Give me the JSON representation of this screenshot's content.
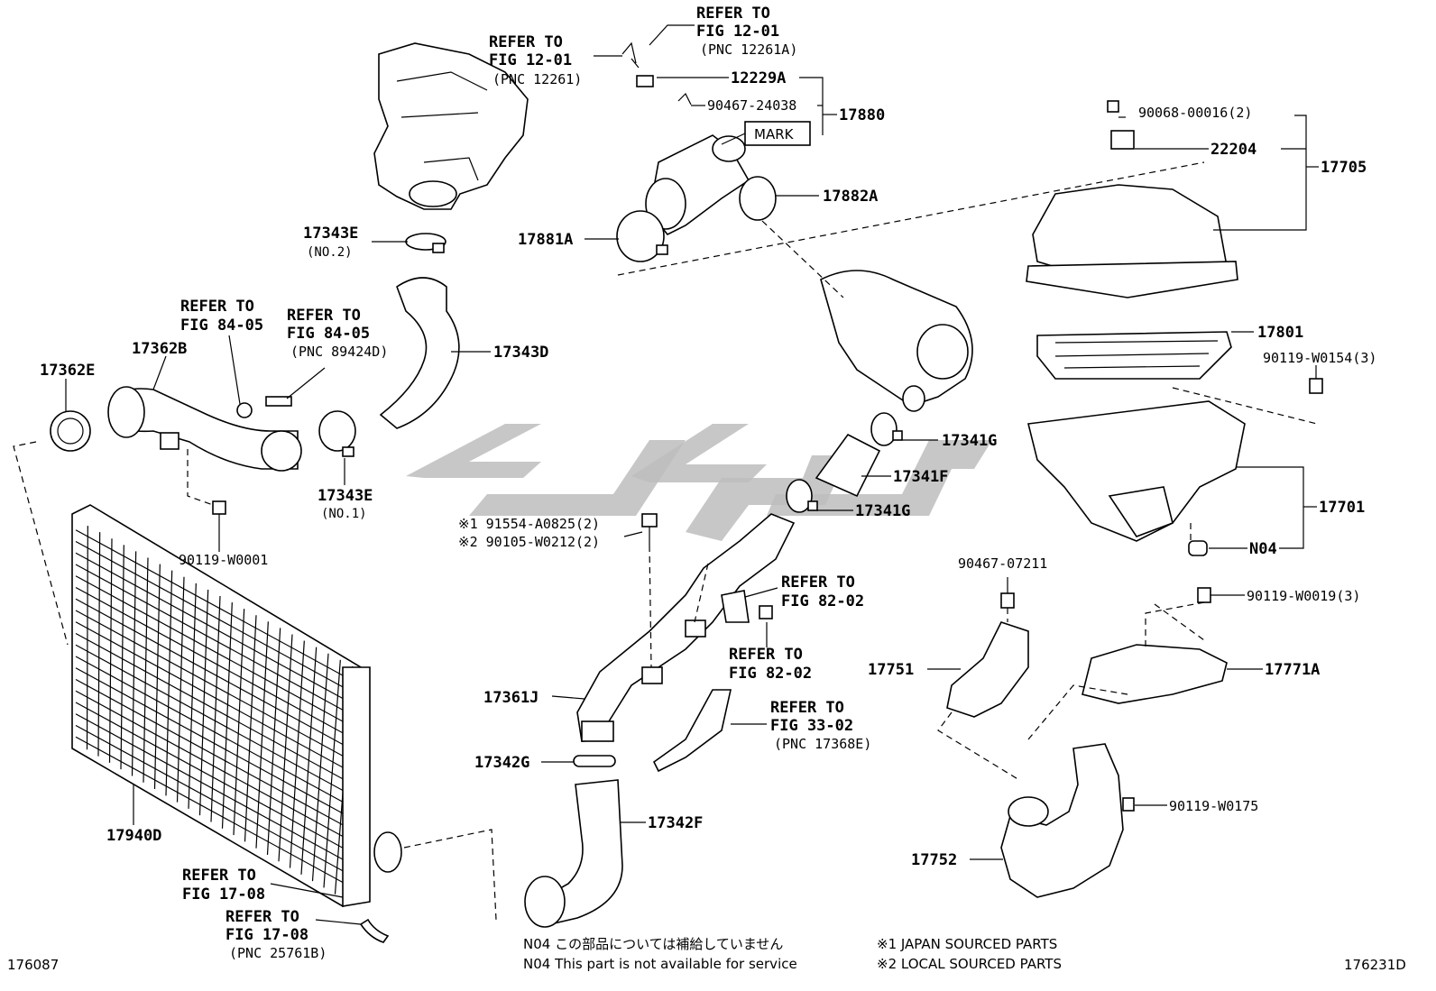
{
  "labels": {
    "ref_12_01_a": [
      "REFER TO",
      "FIG 12-01",
      "(PNC 12261A)"
    ],
    "ref_12_01_b": [
      "REFER TO",
      "FIG 12-01",
      "(PNC 12261)"
    ],
    "p12229A": "12229A",
    "p90467_24038": "90467-24038",
    "p17880": "17880",
    "mark": "MARK",
    "p17882A": "17882A",
    "p17881A": "17881A",
    "p17343E_no2": "17343E",
    "no2": "(NO.2)",
    "p17343D": "17343D",
    "ref_84_05_a": [
      "REFER TO",
      "FIG 84-05"
    ],
    "ref_84_05_b": [
      "REFER TO",
      "FIG 84-05",
      "(PNC 89424D)"
    ],
    "p17362B": "17362B",
    "p17362E": "17362E",
    "p17343E_no1": "17343E",
    "no1": "(NO.1)",
    "p90119_W0001": "90119-W0001",
    "p90068": "90068-00016(2)",
    "p22204": "22204",
    "p17705": "17705",
    "p17801": "17801",
    "p90119_W0154": "90119-W0154(3)",
    "p17701": "17701",
    "pN04": "N04",
    "p17341G_a": "17341G",
    "p17341F": "17341F",
    "p17341G_b": "17341G",
    "p91554": "※1 91554-A0825(2)",
    "p90105": "※2 90105-W0212(2)",
    "ref_82_02_a": [
      "REFER TO",
      "FIG 82-02"
    ],
    "ref_82_02_b": [
      "REFER TO",
      "FIG 82-02"
    ],
    "p90467_07211": "90467-07211",
    "p90119_W0019": "90119-W0019(3)",
    "p17751": "17751",
    "p17771A": "17771A",
    "p17361J": "17361J",
    "ref_33_02": [
      "REFER TO",
      "FIG 33-02",
      "(PNC 17368E)"
    ],
    "p17342G": "17342G",
    "p17342F": "17342F",
    "p17940D": "17940D",
    "p90119_W0175": "90119-W0175",
    "p17752": "17752",
    "ref_17_08_a": [
      "REFER TO",
      "FIG 17-08"
    ],
    "ref_17_08_b": [
      "REFER TO",
      "FIG 17-08",
      "(PNC 25761B)"
    ]
  },
  "footer": {
    "left_code": "176087",
    "right_code": "176231D",
    "note_jp": "N04  この部品については補給していません",
    "note_en": "N04  This part is not available for service",
    "src1": "※1 JAPAN SOURCED PARTS",
    "src2": "※2 LOCAL SOURCED PARTS"
  }
}
